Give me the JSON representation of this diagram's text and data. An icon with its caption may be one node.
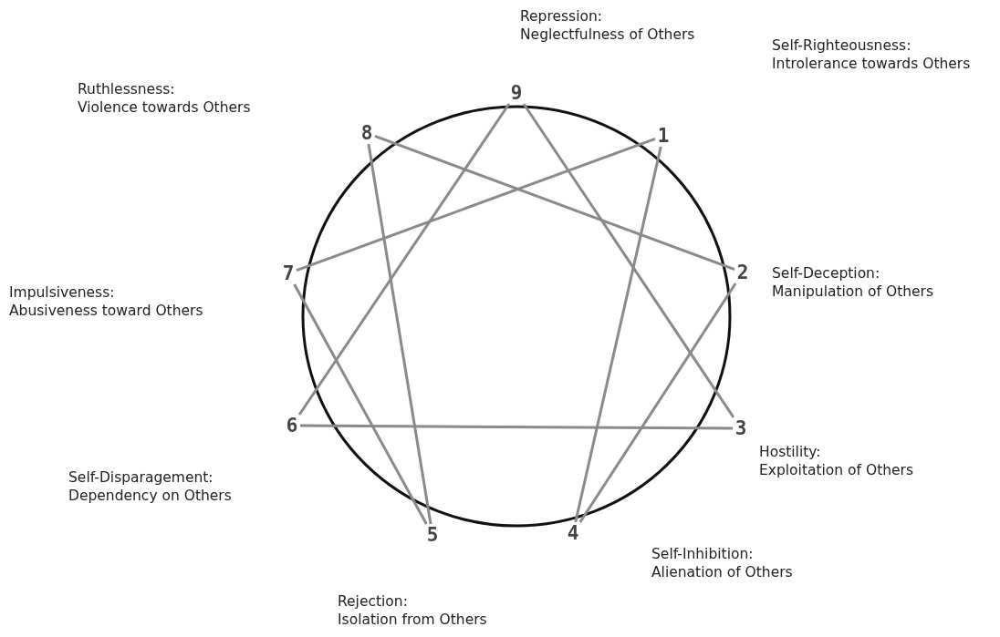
{
  "diagram": {
    "nodes": [
      {
        "text": [
          "9"
        ],
        "beside": [
          "Repression:",
          "Neglectfulness of Others"
        ]
      },
      {
        "text": [
          "1"
        ],
        "beside": [
          "Self-Righteousness:",
          "Introlerance towards Others"
        ]
      },
      {
        "text": [
          "2"
        ],
        "beside": [
          "Self-Deception:",
          "Manipulation of Others"
        ]
      },
      {
        "text": [
          "3"
        ],
        "beside": [
          "Hostility:",
          "Exploitation of Others"
        ]
      },
      {
        "text": [
          "4"
        ],
        "beside": [
          "Self-Inhibition:",
          "Alienation of Others"
        ]
      },
      {
        "text": [
          "5"
        ],
        "beside": [
          "Rejection:",
          "Isolation from Others"
        ]
      },
      {
        "text": [
          "6"
        ],
        "beside": [
          "Self-Disparagement:",
          "Dependency on Others"
        ]
      },
      {
        "text": [
          "7"
        ],
        "beside": [
          "Impulsiveness:",
          "Abusiveness toward Others"
        ]
      },
      {
        "text": [
          "8"
        ],
        "beside": [
          "Ruthlessness:",
          "Violence towards Others"
        ]
      }
    ],
    "edges": [
      {
        "from": 1,
        "to": 4,
        "arrow": "none"
      },
      {
        "from": 4,
        "to": 2,
        "arrow": "none"
      },
      {
        "from": 2,
        "to": 8,
        "arrow": "none"
      },
      {
        "from": 8,
        "to": 5,
        "arrow": "none"
      },
      {
        "from": 5,
        "to": 7,
        "arrow": "none"
      },
      {
        "from": 7,
        "to": 1,
        "arrow": "none"
      },
      {
        "from": 0,
        "to": 3,
        "arrow": "none"
      },
      {
        "from": 3,
        "to": 6,
        "arrow": "none"
      },
      {
        "from": 6,
        "to": 0,
        "arrow": "none"
      }
    ]
  }
}
